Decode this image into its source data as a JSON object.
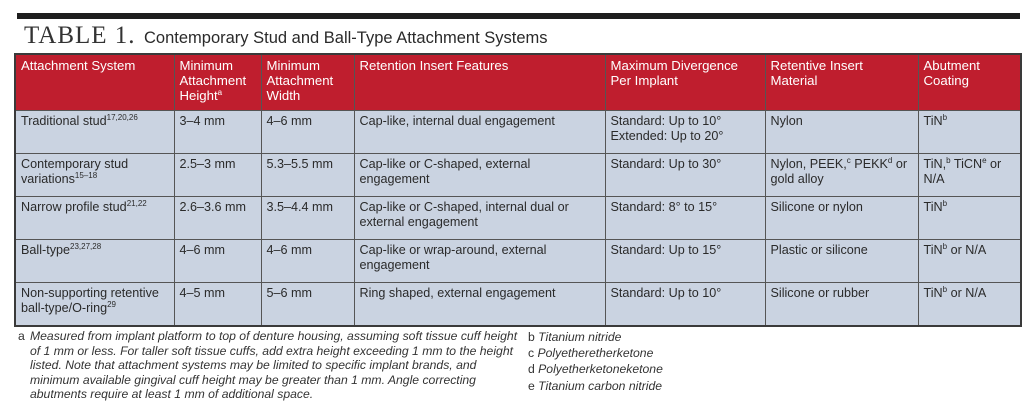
{
  "title": {
    "number": "TABLE 1.",
    "text": "Contemporary Stud and Ball-Type Attachment Systems"
  },
  "colors": {
    "header_bg": "#bf1e2e",
    "row_bg": "#cad3e1",
    "rule": "#1e1e1e"
  },
  "table": {
    "headers": [
      [
        {
          "t": "Attachment System"
        }
      ],
      [
        {
          "t": "Minimum Attachment Height"
        },
        {
          "sup": "a"
        }
      ],
      [
        {
          "t": "Minimum Attachment Width"
        }
      ],
      [
        {
          "t": "Retention Insert Features"
        }
      ],
      [
        {
          "t": "Maximum Divergence Per Implant"
        }
      ],
      [
        {
          "t": "Retentive Insert Material"
        }
      ],
      [
        {
          "t": "Abutment Coating"
        }
      ]
    ],
    "rows": [
      [
        [
          {
            "t": "Traditional stud"
          },
          {
            "sup": "17,20,26"
          }
        ],
        [
          {
            "t": "3–4 mm"
          }
        ],
        [
          {
            "t": "4–6 mm"
          }
        ],
        [
          {
            "t": "Cap-like, internal dual engagement"
          }
        ],
        [
          {
            "t": "Standard: Up to 10°\nExtended: Up to 20°"
          }
        ],
        [
          {
            "t": "Nylon"
          }
        ],
        [
          {
            "t": "TiN"
          },
          {
            "sup": "b"
          }
        ]
      ],
      [
        [
          {
            "t": "Contemporary stud variations"
          },
          {
            "sup": "15–18"
          }
        ],
        [
          {
            "t": "2.5–3 mm"
          }
        ],
        [
          {
            "t": "5.3–5.5 mm"
          }
        ],
        [
          {
            "t": "Cap-like or C-shaped, external engagement"
          }
        ],
        [
          {
            "t": "Standard: Up to 30°"
          }
        ],
        [
          {
            "t": "Nylon, PEEK,"
          },
          {
            "sup": "c"
          },
          {
            "t": " PEKK"
          },
          {
            "sup": "d"
          },
          {
            "t": " or gold alloy"
          }
        ],
        [
          {
            "t": "TiN,"
          },
          {
            "sup": "b"
          },
          {
            "t": " TiCN"
          },
          {
            "sup": "e"
          },
          {
            "t": " or N/A"
          }
        ]
      ],
      [
        [
          {
            "t": "Narrow profile stud"
          },
          {
            "sup": "21,22"
          }
        ],
        [
          {
            "t": "2.6–3.6 mm"
          }
        ],
        [
          {
            "t": "3.5–4.4 mm"
          }
        ],
        [
          {
            "t": "Cap-like or C-shaped, internal dual or external engagement"
          }
        ],
        [
          {
            "t": "Standard: 8° to 15°"
          }
        ],
        [
          {
            "t": "Silicone or nylon"
          }
        ],
        [
          {
            "t": "TiN"
          },
          {
            "sup": "b"
          }
        ]
      ],
      [
        [
          {
            "t": "Ball-type"
          },
          {
            "sup": "23,27,28"
          }
        ],
        [
          {
            "t": "4–6 mm"
          }
        ],
        [
          {
            "t": "4–6 mm"
          }
        ],
        [
          {
            "t": "Cap-like or wrap-around, external engagement"
          }
        ],
        [
          {
            "t": "Standard: Up to 15°"
          }
        ],
        [
          {
            "t": "Plastic or silicone"
          }
        ],
        [
          {
            "t": "TiN"
          },
          {
            "sup": "b"
          },
          {
            "t": " or N/A"
          }
        ]
      ],
      [
        [
          {
            "t": "Non-supporting retentive ball-type/O-ring"
          },
          {
            "sup": "29"
          }
        ],
        [
          {
            "t": "4–5 mm"
          }
        ],
        [
          {
            "t": "5–6 mm"
          }
        ],
        [
          {
            "t": "Ring shaped, external engagement"
          }
        ],
        [
          {
            "t": "Standard: Up to 10°"
          }
        ],
        [
          {
            "t": "Silicone or rubber"
          }
        ],
        [
          {
            "t": "TiN"
          },
          {
            "sup": "b"
          },
          {
            "t": " or N/A"
          }
        ]
      ]
    ]
  },
  "footnotes": {
    "a": {
      "label": "a",
      "text": "Measured from implant platform to top of denture housing, assuming soft tissue cuff height of 1 mm or less. For taller soft tissue cuffs, add extra height exceeding 1 mm to the height listed. Note that attachment systems may be limited to specific implant brands, and minimum available gingival cuff height may be greater than 1 mm. Angle correcting abutments require at least 1 mm of additional space."
    },
    "list": [
      {
        "label": "b",
        "text": "Titanium nitride"
      },
      {
        "label": "c",
        "text": "Polyetheretherketone"
      },
      {
        "label": "d",
        "text": "Polyetherketoneketone"
      },
      {
        "label": "e",
        "text": "Titanium carbon nitride"
      }
    ]
  }
}
